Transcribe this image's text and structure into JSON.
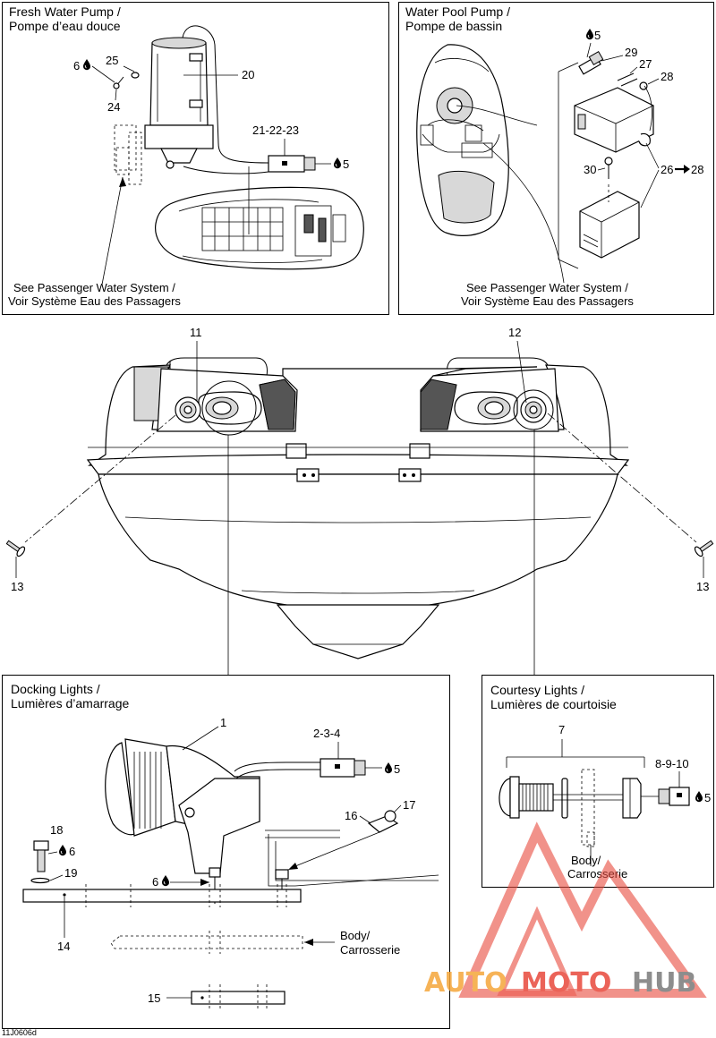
{
  "panels": {
    "fresh_water_pump": {
      "title_en": "Fresh Water Pump /",
      "title_fr": "Pompe d’eau douce",
      "see_en": "See Passenger Water System /",
      "see_fr": "Voir Système Eau des Passagers"
    },
    "water_pool_pump": {
      "title_en": "Water Pool Pump /",
      "title_fr": "Pompe de bassin",
      "see_en": "See Passenger Water System /",
      "see_fr": "Voir Système Eau des Passagers"
    },
    "docking_lights": {
      "title_en": "Docking Lights /",
      "title_fr": "Lumières d’amarrage",
      "body_en": "Body/",
      "body_fr": "Carrosserie"
    },
    "courtesy_lights": {
      "title_en": "Courtesy Lights /",
      "title_fr": "Lumières de courtoisie",
      "body_en": "Body/",
      "body_fr": "Carrosserie"
    }
  },
  "callouts": {
    "p20": "20",
    "p21_22_23": "21-22-23",
    "p24": "24",
    "p25": "25",
    "p6a": "6",
    "p5a": "5",
    "p5b": "5",
    "p29": "29",
    "p27": "27",
    "p28": "28",
    "p30": "30",
    "p26_28": "26",
    "p26_28b": "28",
    "p11": "11",
    "p12": "12",
    "p13a": "13",
    "p13b": "13",
    "p1": "1",
    "p2_3_4": "2-3-4",
    "p5c": "5",
    "p16": "16",
    "p17": "17",
    "p18": "18",
    "p6b": "6",
    "p19": "19",
    "p6c": "6",
    "p14": "14",
    "p15": "15",
    "p7": "7",
    "p8_9_10": "8-9-10",
    "p5d": "5"
  },
  "drawing_code": "11J0606d",
  "watermark": {
    "part1": "AUTO",
    "part2": "MOTO",
    "part3": "HUB",
    "color_orange": "#f5a63a",
    "color_red": "#e8483c",
    "color_gray": "#7a7a7a"
  },
  "icons": {
    "drop": "water-drop-icon",
    "arrow": "right-arrow-icon"
  }
}
